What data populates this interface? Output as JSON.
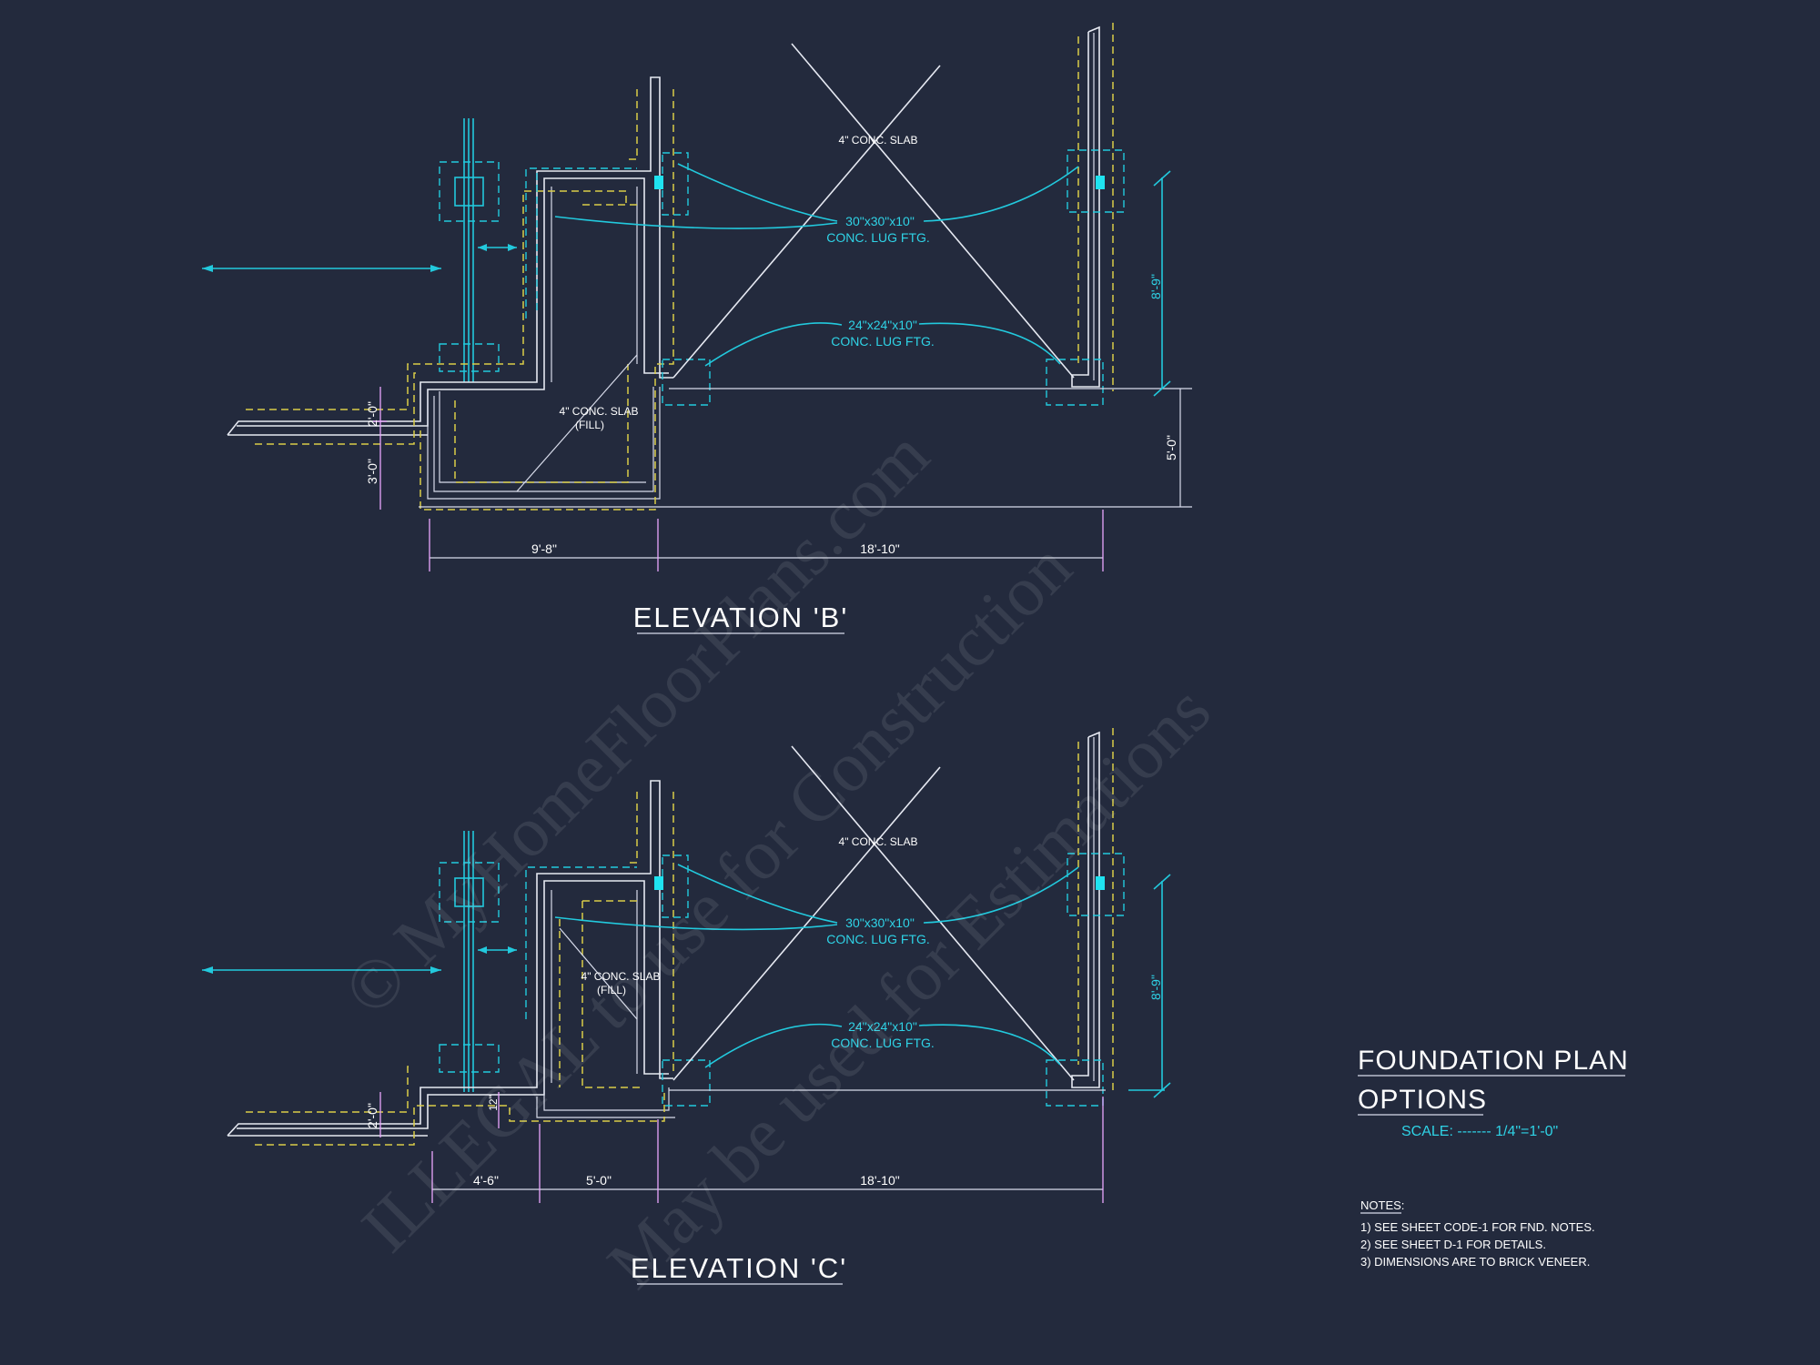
{
  "elevation_b": {
    "title": "ELEVATION 'B'",
    "slab_label": "4\" CONC. SLAB",
    "fill_slab_label_1": "4\" CONC. SLAB",
    "fill_slab_label_2": "(FILL)",
    "lug_30_line1": "30\"x30\"x10\"",
    "lug_30_line2": "CONC. LUG FTG.",
    "lug_24_line1": "24\"x24\"x10\"",
    "lug_24_line2": "CONC. LUG FTG.",
    "dim_left_top": "2'-0\"",
    "dim_left_bottom": "3'-0\"",
    "dim_right_upper": "8'-9\"",
    "dim_right_lower": "5'-0\"",
    "dim_bottom_1": "9'-8\"",
    "dim_bottom_2": "18'-10\""
  },
  "elevation_c": {
    "title": "ELEVATION 'C'",
    "slab_label": "4\" CONC. SLAB",
    "fill_slab_label_1": "4\" CONC. SLAB",
    "fill_slab_label_2": "(FILL)",
    "lug_30_line1": "30\"x30\"x10\"",
    "lug_30_line2": "CONC. LUG FTG.",
    "lug_24_line1": "24\"x24\"x10\"",
    "lug_24_line2": "CONC. LUG FTG.",
    "dim_left": "2'-0\"",
    "dim_step": "12\"",
    "dim_right_upper": "8'-9\"",
    "dim_bottom_1": "4'-6\"",
    "dim_bottom_2": "5'-0\"",
    "dim_bottom_3": "18'-10\""
  },
  "title_block": {
    "title_line1": "FOUNDATION PLAN",
    "title_line2": "OPTIONS",
    "scale": "SCALE: ------- 1/4\"=1'-0\""
  },
  "notes": {
    "heading": "NOTES:",
    "items": [
      "1)  SEE SHEET CODE-1 FOR FND. NOTES.",
      "2)  SEE SHEET D-1 FOR DETAILS.",
      "3)  DIMENSIONS ARE TO BRICK VENEER."
    ]
  },
  "watermark": {
    "line1": "© MyHomeFloorPlans.com",
    "line2": "ILLEGAL to use for Construction",
    "line3": "May be used for Estimations"
  },
  "colors": {
    "background": "#232a3d",
    "linework": "#e6e9f2",
    "cyan": "#22c9dd",
    "yellow": "#d9cd48",
    "dimension": "#e9a6ff"
  }
}
